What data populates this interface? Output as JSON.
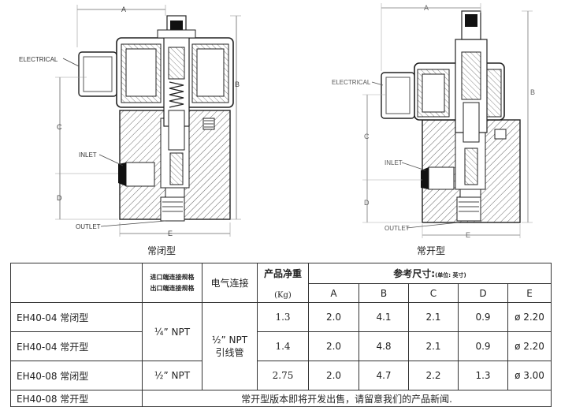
{
  "drawings": {
    "left": {
      "caption": "常闭型",
      "labels": {
        "electrical": "ELECTRICAL",
        "inlet": "INLET",
        "outlet": "OUTLET",
        "a": "A",
        "b": "B",
        "c": "C",
        "d": "D",
        "e": "E"
      }
    },
    "right": {
      "caption": "常开型",
      "labels": {
        "electrical": "ELECTRICAL",
        "inlet": "INLET",
        "outlet": "OUTLET",
        "a": "A",
        "b": "B",
        "c": "C",
        "d": "D",
        "e": "E"
      }
    }
  },
  "table": {
    "headers": {
      "port_spec_line1": "进口端连接规格",
      "port_spec_line2": "出口端连接规格",
      "electrical": "电气连接",
      "weight": "产品净重",
      "weight_unit": "(Kg)",
      "ref_dims": "参考尺寸:",
      "ref_unit": "(单位: 英寸)",
      "dims": [
        "A",
        "B",
        "C",
        "D",
        "E"
      ]
    },
    "rows": [
      {
        "model": "EH40-04 常闭型",
        "weight": "1.3",
        "dims": [
          "2.0",
          "4.1",
          "2.1",
          "0.9",
          "ø 2.20"
        ]
      },
      {
        "model": "EH40-04 常开型",
        "weight": "1.4",
        "dims": [
          "2.0",
          "4.8",
          "2.1",
          "0.9",
          "ø 2.20"
        ]
      },
      {
        "model": "EH40-08 常闭型",
        "weight": "2.75",
        "dims": [
          "2.0",
          "4.7",
          "2.2",
          "1.3",
          "ø 3.00"
        ]
      },
      {
        "model": "EH40-08 常开型",
        "note": "常开型版本即将开发出售，请留意我们的产品新闻."
      }
    ],
    "port_a": "¼” NPT",
    "port_b": "½” NPT",
    "electrical_line1": "½” NPT",
    "electrical_line2": "引线管"
  }
}
